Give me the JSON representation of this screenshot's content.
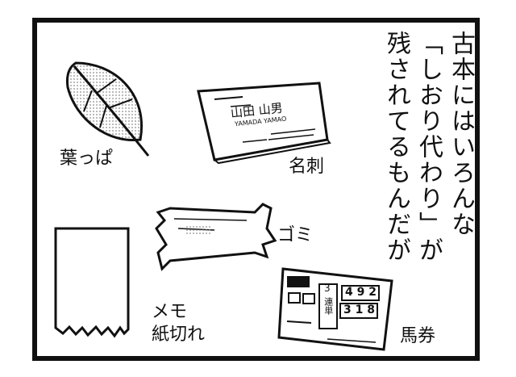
{
  "narration": {
    "line1": "古本にはいろんな",
    "line2": "「しおり代わり」が",
    "line3": "残されてるもんだが"
  },
  "items": {
    "leaf": "葉っぱ",
    "business_card": "名刺",
    "trash": "ゴミ",
    "memo": "メモ\n紙切れ",
    "betting_ticket": "馬券"
  },
  "card": {
    "name_kanji": "山田 山男",
    "name_roman": "YAMADA YAMAO"
  },
  "ticket": {
    "race": "3",
    "combo_top": "4 9 2",
    "combo_bottom": "3 1 8",
    "bet_type": "連単"
  },
  "colors": {
    "ink": "#111111",
    "paper": "#ffffff",
    "screentone": "#8a8a8a"
  }
}
